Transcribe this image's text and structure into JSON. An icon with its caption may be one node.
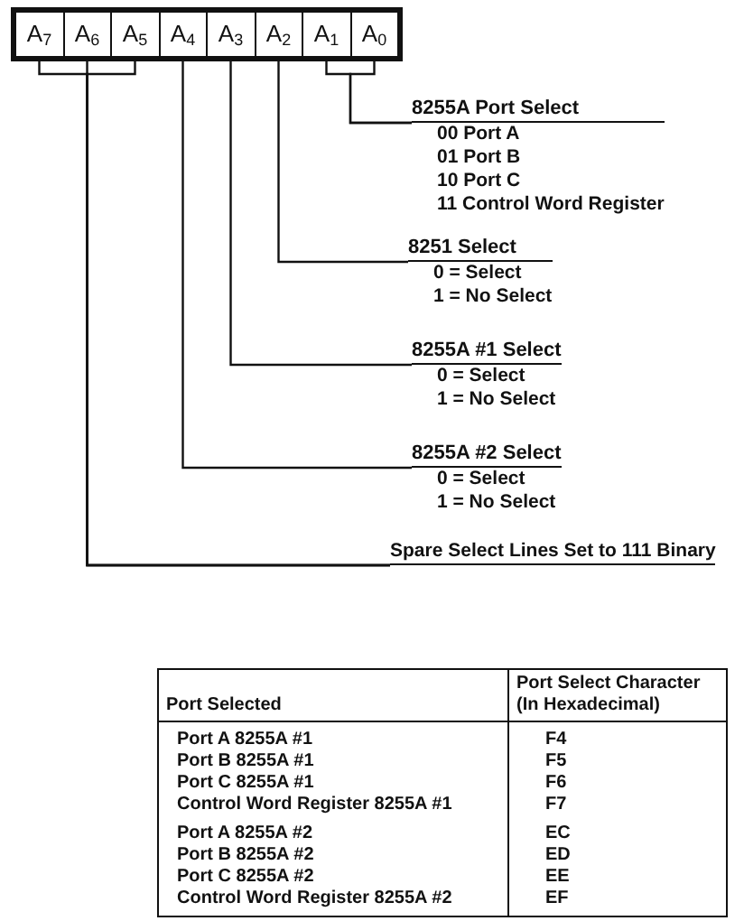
{
  "diagram": {
    "nodes": [
      {
        "text": [
          "A$_{7}$"
        ]
      },
      {
        "text": [
          "A$_{6}$"
        ]
      },
      {
        "text": [
          "A$_{5}$"
        ]
      },
      {
        "text": [
          "A$_{4}$"
        ]
      },
      {
        "text": [
          "A$_{3}$"
        ]
      },
      {
        "text": [
          "A$_{2}$"
        ]
      },
      {
        "text": [
          "A$_{1}$"
        ]
      },
      {
        "text": [
          "A$_{0}$"
        ]
      },
      {
        "text": [
          "8255A Port Select",
          "00 Port A",
          "01 Port B",
          "10 Port C",
          "11 Control Word Register"
        ]
      },
      {
        "text": [
          "8251 Select",
          "0 = Select",
          "1 = No Select"
        ]
      },
      {
        "text": [
          "8255A #1 Select",
          "0 = Select",
          "1 = No Select"
        ]
      },
      {
        "text": [
          "8255A #2 Select",
          "0 = Select",
          "1 = No Select"
        ]
      },
      {
        "text": [
          "Spare Select Lines Set to 111 Binary"
        ]
      }
    ],
    "edges": [
      {
        "from": 6,
        "to": 8,
        "arrow": "none"
      },
      {
        "from": 7,
        "to": 8,
        "arrow": "none"
      },
      {
        "from": 5,
        "to": 9,
        "arrow": "none"
      },
      {
        "from": 4,
        "to": 10,
        "arrow": "none"
      },
      {
        "from": 3,
        "to": 11,
        "arrow": "none"
      },
      {
        "from": 0,
        "to": 12,
        "arrow": "none"
      },
      {
        "from": 1,
        "to": 12,
        "arrow": "none"
      },
      {
        "from": 2,
        "to": 12,
        "arrow": "none"
      }
    ],
    "labels": [
      "Port Selected",
      "Port Select Character (In Hexadecimal)",
      "Port A 8255A #1",
      "F4",
      "Port B 8255A #1",
      "F5",
      "Port C 8255A #1",
      "F6",
      "Control Word Register 8255A #1",
      "F7",
      "Port A 8255A #2",
      "EC",
      "Port B 8255A #2",
      "ED",
      "Port C 8255A #2",
      "EE",
      "Control Word Register 8255A #2",
      "EF"
    ]
  }
}
